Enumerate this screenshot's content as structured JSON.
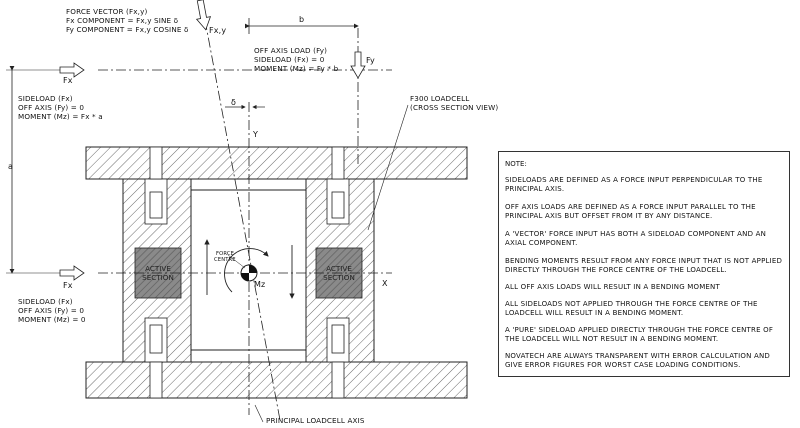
{
  "labels": {
    "force_vector": "FORCE VECTOR (Fx,y)",
    "fx_component": "Fx COMPONENT = Fx,y SINE δ",
    "fy_component": "Fy COMPONENT = Fx,y COSINE δ",
    "fxy_arrow": "Fx,y",
    "dim_b": "b",
    "fy_arrow": "Fy",
    "off_axis_title": "OFF AXIS LOAD (Fy)",
    "off_axis_sideload": "SIDELOAD (Fx) = 0",
    "off_axis_moment": "MOMENT (Mz) = Fy * b",
    "fx_top": "Fx",
    "sideload_title": "SIDELOAD (Fx)",
    "sideload_offaxis": "OFF AXIS (Fy) = 0",
    "sideload_moment": "MOMENT (Mz) = Fx * a",
    "delta": "δ",
    "y_axis": "Y",
    "dim_a": "a",
    "loadcell_title": "F300 LOADCELL",
    "loadcell_sub": "(CROSS SECTION VIEW)",
    "active_left_1": "ACTIVE",
    "active_left_2": "SECTION",
    "active_right_1": "ACTIVE",
    "active_right_2": "SECTION",
    "force_centre_1": "FORCE",
    "force_centre_2": "CENTRE",
    "mz": "Mz",
    "x_axis": "X",
    "fx_bottom": "Fx",
    "bottom_sideload": "SIDELOAD (Fx)",
    "bottom_offaxis": "OFF AXIS (Fy) = 0",
    "bottom_moment": "MOMENT (Mz) = 0",
    "principal_axis": "PRINCIPAL LOADCELL AXIS"
  },
  "note": {
    "title": "NOTE:",
    "paragraphs": [
      "SIDELOADS ARE DEFINED AS A FORCE INPUT PERPENDICULAR TO THE PRINCIPAL AXIS.",
      "OFF AXIS LOADS ARE DEFINED AS A FORCE INPUT PARALLEL TO THE PRINCIPAL AXIS BUT OFFSET FROM IT BY ANY DISTANCE.",
      "A 'VECTOR' FORCE INPUT HAS BOTH A SIDELOAD COMPONENT AND AN AXIAL COMPONENT.",
      "BENDING MOMENTS RESULT FROM ANY FORCE INPUT THAT IS NOT APPLIED DIRECTLY THROUGH THE FORCE CENTRE OF THE LOADCELL.",
      "ALL  OFF AXIS LOADS WILL RESULT IN A BENDING MOMENT",
      "ALL SIDELOADS NOT APPLIED THROUGH THE FORCE CENTRE OF THE LOADCELL WILL RESULT IN A BENDING MOMENT.",
      "A 'PURE' SIDELOAD APPLIED DIRECTLY THROUGH THE FORCE CENTRE OF THE LOADCELL WILL NOT RESULT IN A BENDING MOMENT.",
      "NOVATECH ARE ALWAYS TRANSPARENT WITH ERROR CALCULATION AND GIVE ERROR FIGURES FOR WORST CASE LOADING CONDITIONS."
    ]
  },
  "colors": {
    "line": "#222222",
    "active_fill": "#8a8a8a",
    "hatch": "#444444"
  }
}
